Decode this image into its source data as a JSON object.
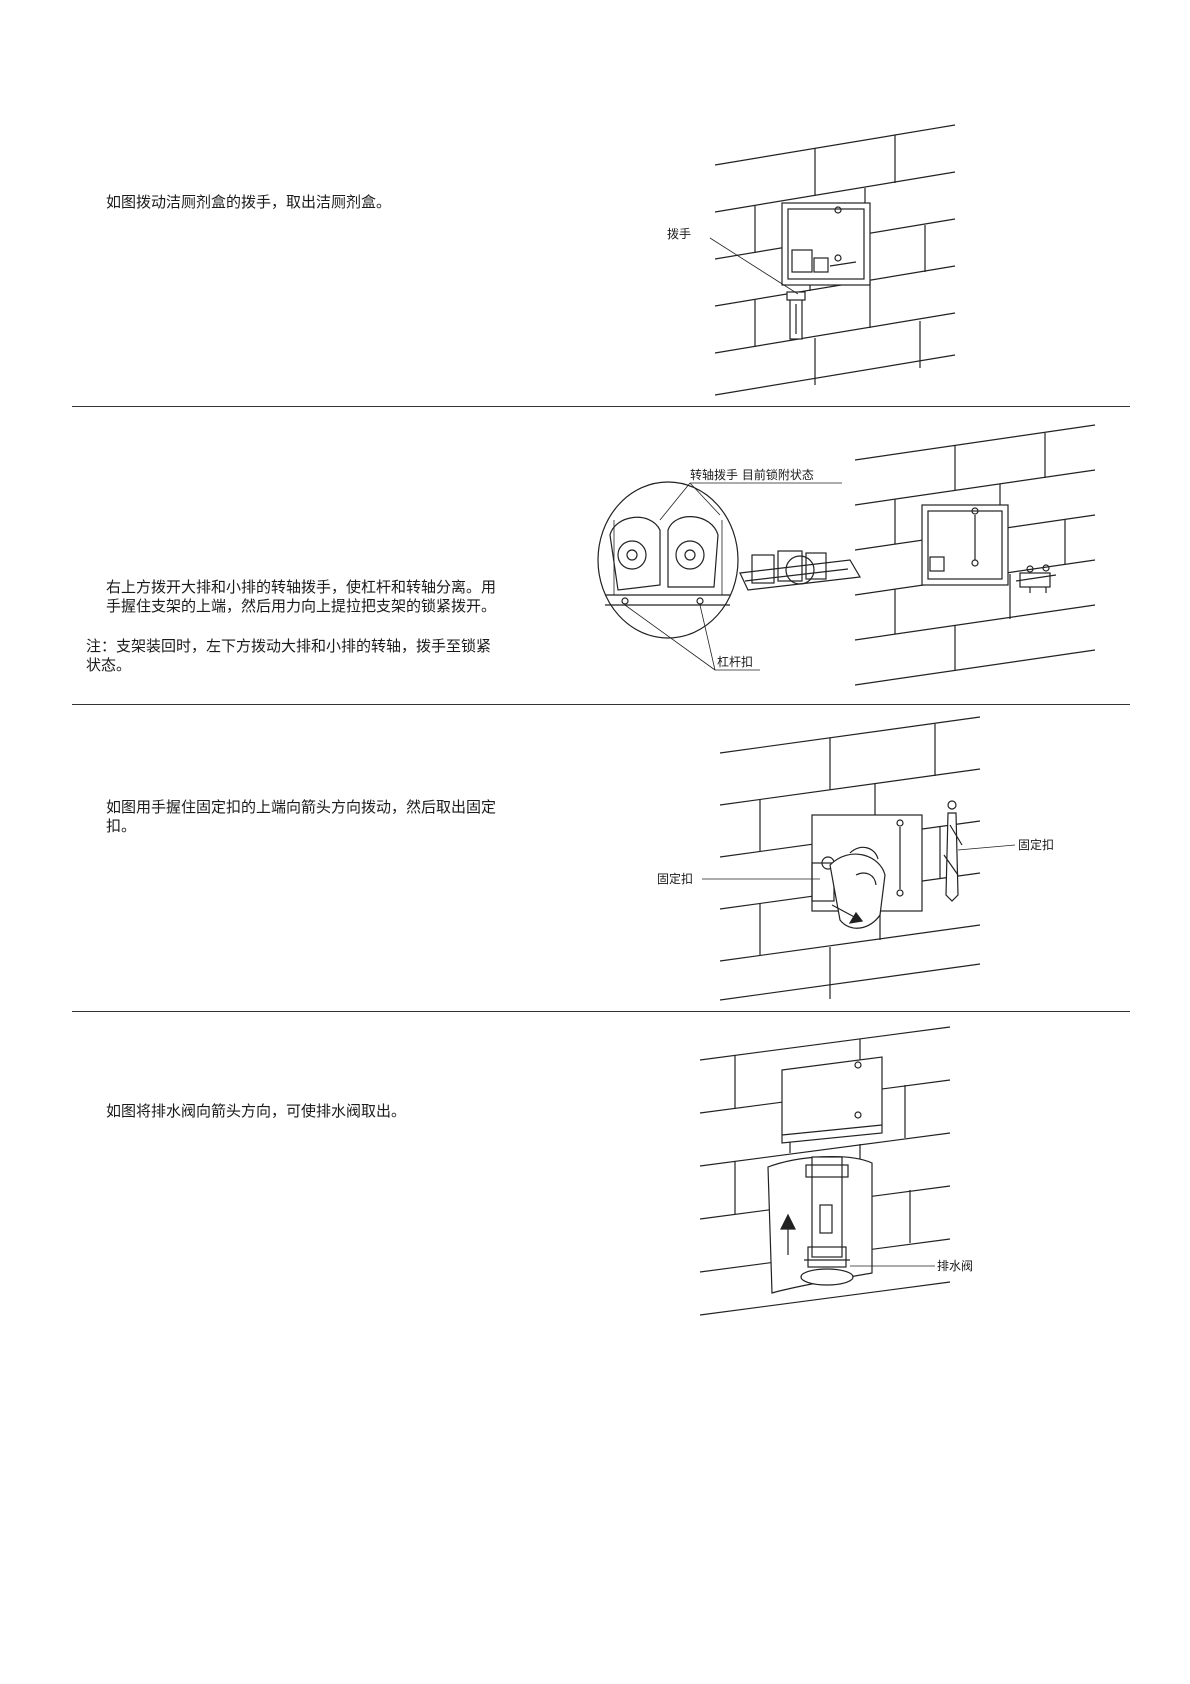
{
  "steps": [
    {
      "text": "如图拨动洁厕剂盒的拨手，取出洁厕剂盒。",
      "labels": {
        "handle": "拨手"
      }
    },
    {
      "text": "右上方拨开大排和小排的转轴拨手，使杠杆和转轴分离。用\n手握住支架的上端，然后用力向上提拉把支架的锁紧拨开。",
      "note": "注：支架装回时，左下方拨动大排和小排的转轴，拨手至锁紧\n状态。",
      "labels": {
        "shaft_handle": "转轴拨手 目前锁附状态",
        "lever_buckle": "杠杆扣"
      }
    },
    {
      "text": "如图用手握住固定扣的上端向箭头方向拨动，然后取出固定\n扣。",
      "labels": {
        "clip_left": "固定扣",
        "clip_right": "固定扣"
      }
    },
    {
      "text": "如图将排水阀向箭头方向，可使排水阀取出。",
      "labels": {
        "drain_valve": "排水阀"
      }
    }
  ]
}
